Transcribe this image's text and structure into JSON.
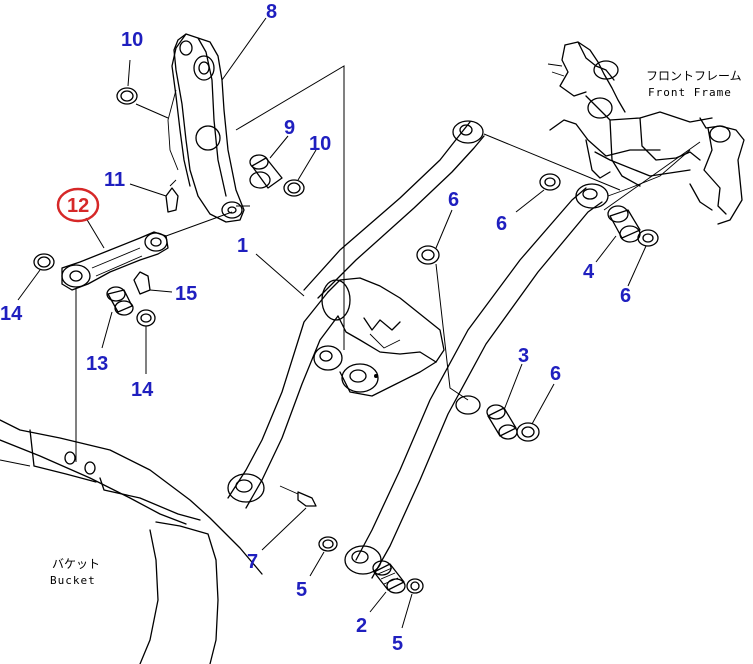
{
  "labels": {
    "frame_jp": "フロントフレーム",
    "frame_en": "Front Frame",
    "bucket_jp": "バケット",
    "bucket_en": "Bucket"
  },
  "highlight_color": "#d62828",
  "number_color": "#1f1fbf",
  "callouts": {
    "c1": "1",
    "c2": "2",
    "c3": "3",
    "c4": "4",
    "c5a": "5",
    "c5b": "5",
    "c6a": "6",
    "c6b": "6",
    "c6c": "6",
    "c6d": "6",
    "c7": "7",
    "c8": "8",
    "c9": "9",
    "c10a": "10",
    "c10b": "10",
    "c11": "11",
    "c12": "12",
    "c13": "13",
    "c14a": "14",
    "c14b": "14",
    "c15": "15"
  }
}
